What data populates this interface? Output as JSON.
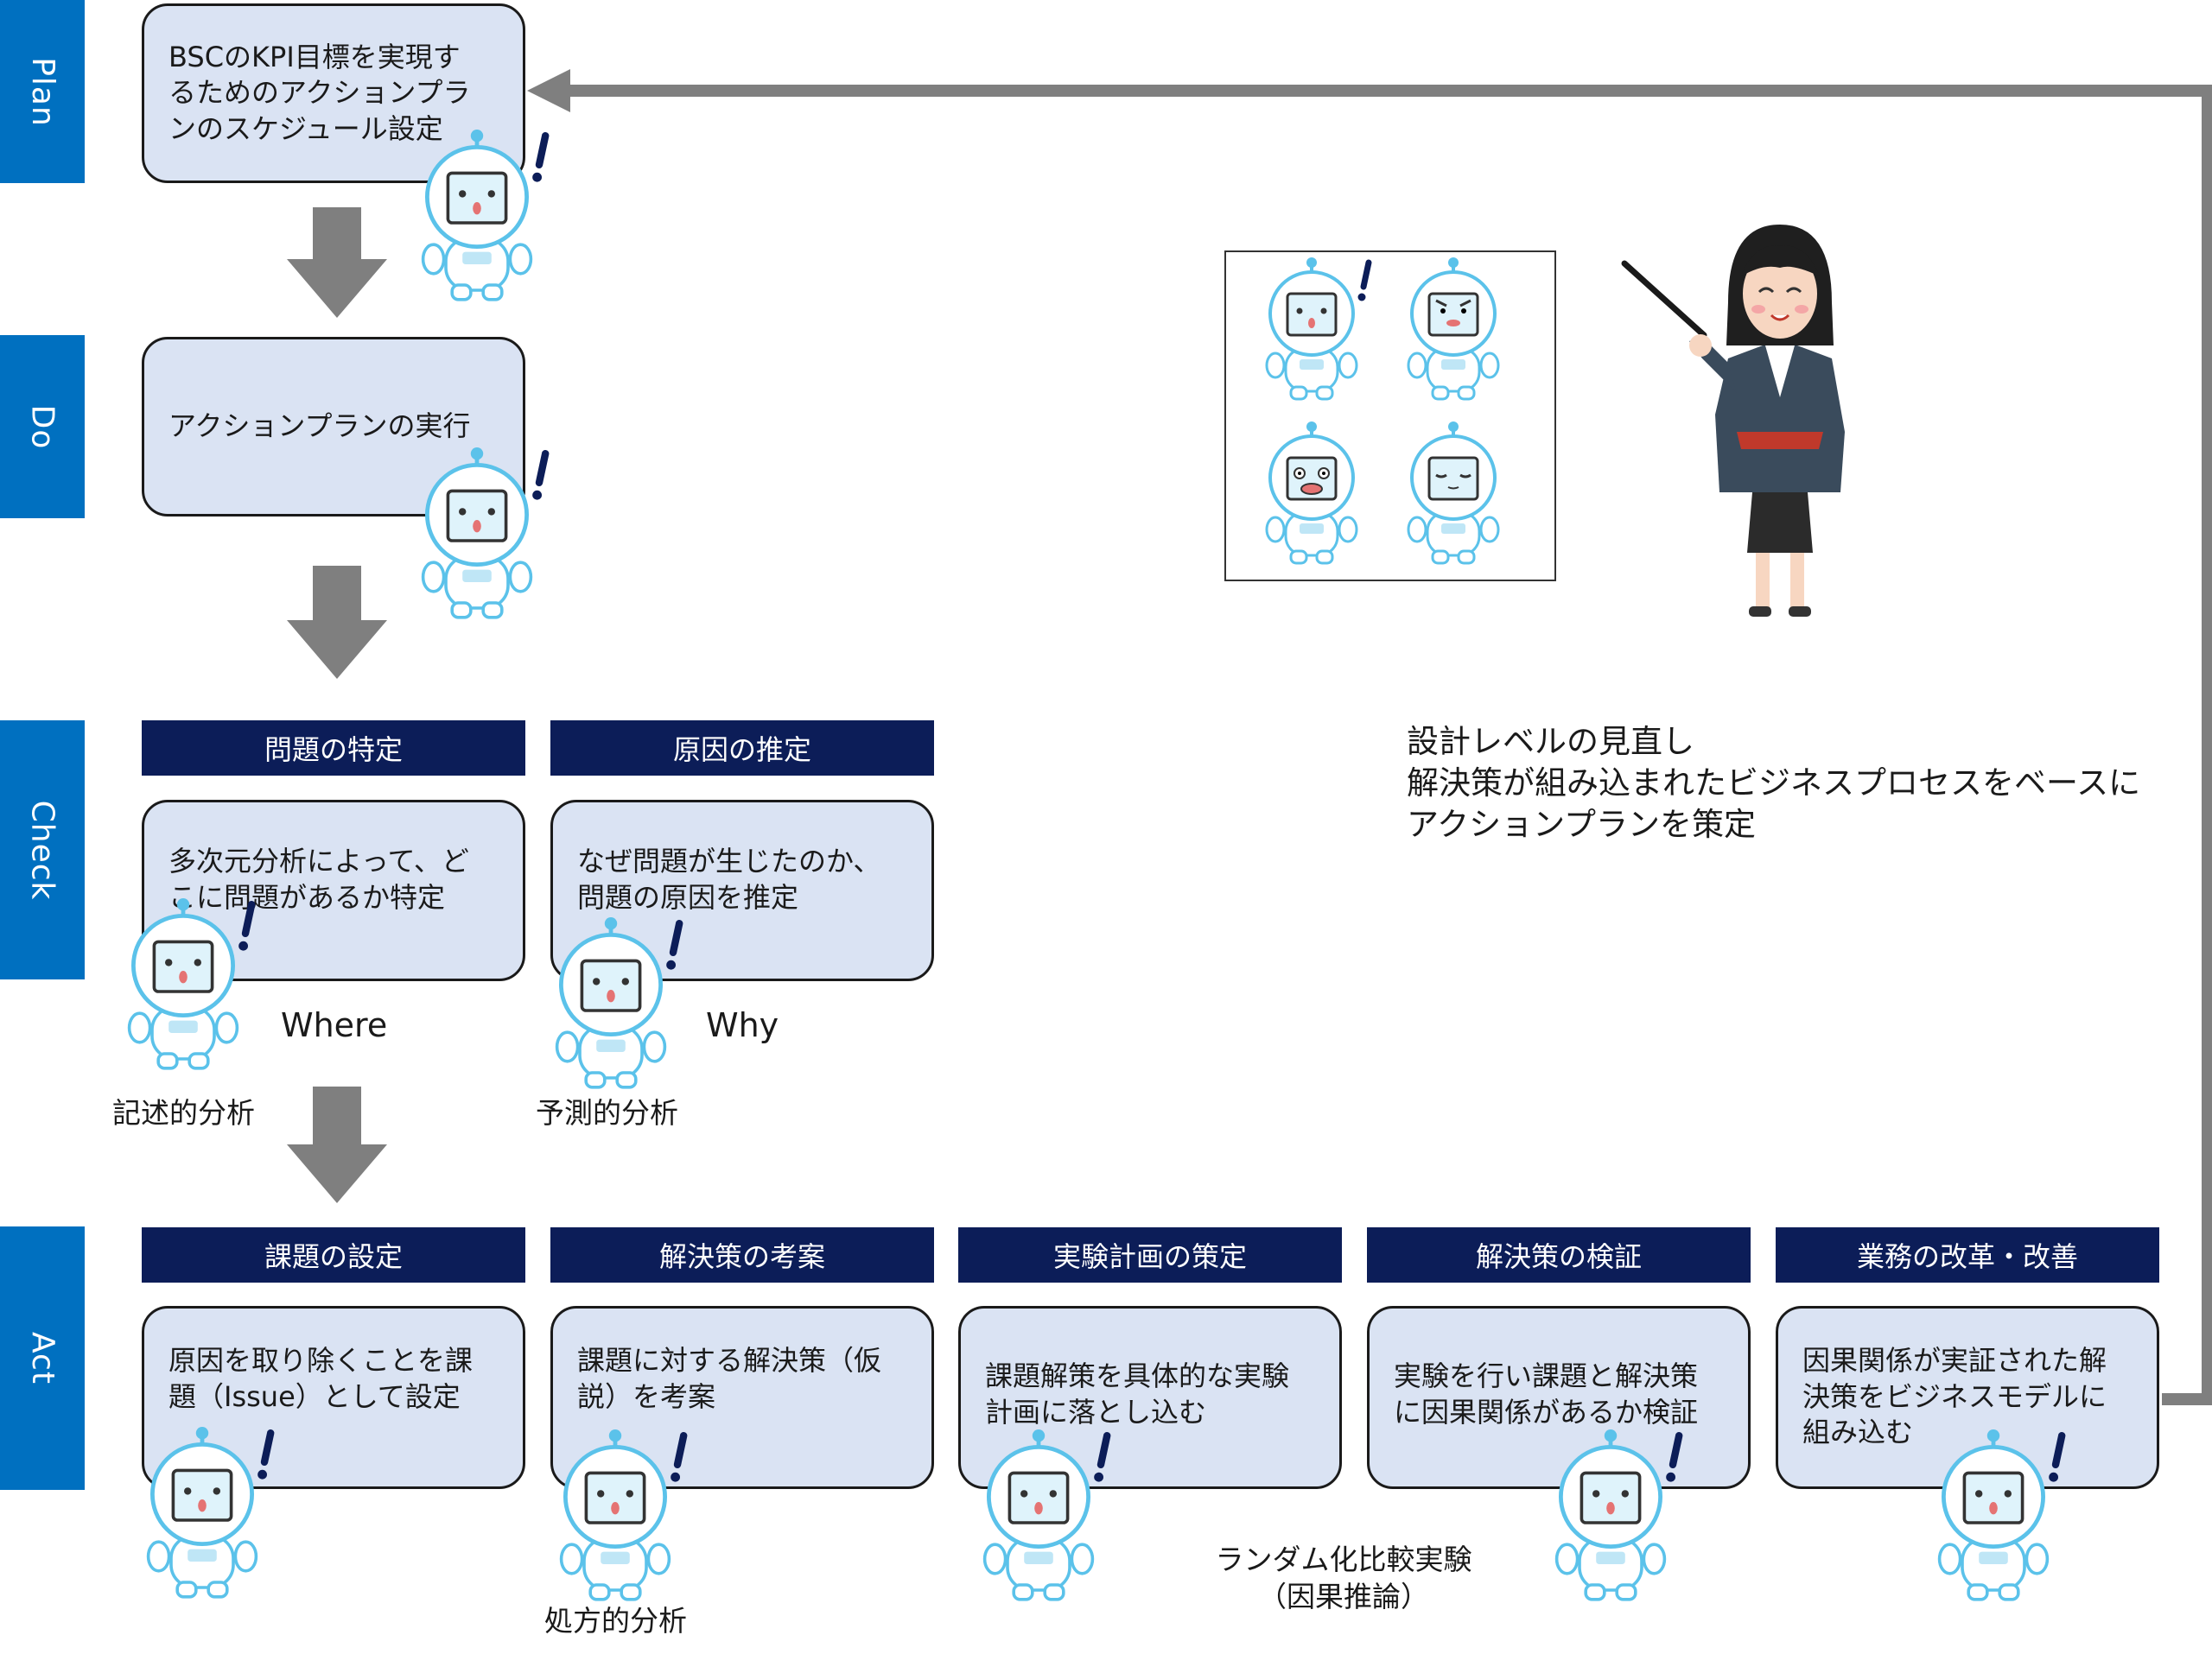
{
  "phases": [
    "Plan",
    "Do",
    "Check",
    "Act"
  ],
  "plan_box": "BSCのKPI目標を実現す\nるためのアクションプラ\nンのスケジュール設定",
  "do_box": "アクションプランの実行",
  "check": {
    "headers": [
      "問題の特定",
      "原因の推定"
    ],
    "boxes": [
      "多次元分析によって、ど\nこに問題があるか特定",
      "なぜ問題が生じたのか、\n問題の原因を推定"
    ],
    "keywords": [
      "Where",
      "Why"
    ],
    "analysis": [
      "記述的分析",
      "予測的分析"
    ]
  },
  "act": {
    "headers": [
      "課題の設定",
      "解決策の考案",
      "実験計画の策定",
      "解決策の検証",
      "業務の改革・改善"
    ],
    "boxes": [
      "原因を取り除くことを課\n題（Issue）として設定",
      "課題に対する解決策（仮\n説）を考案",
      "課題解策を具体的な実験\n計画に落とし込む",
      "実験を行い課題と解決策\nに因果関係があるか検証",
      "因果関係が実証された解\n決策をビジネスモデルに\n組み込む"
    ],
    "analysis": [
      "処方的分析",
      "ランダム化比較実験\n（因果推論）"
    ]
  },
  "feedback_note": "設計レベルの見直し\n解決策が組み込まれたビジネスプロセスをベースに\nアクションプランを策定",
  "colors": {
    "phase_band": "#0070c0",
    "header": "#0c1d58",
    "box_fill": "#dae3f3",
    "arrow": "#7f7f7f",
    "robot_blue": "#5bc2ea"
  },
  "icons": [
    "robot-exclaim-icon",
    "robot-angry-icon",
    "robot-shocked-icon",
    "robot-relieved-icon",
    "teacher-pointer-illustration"
  ]
}
